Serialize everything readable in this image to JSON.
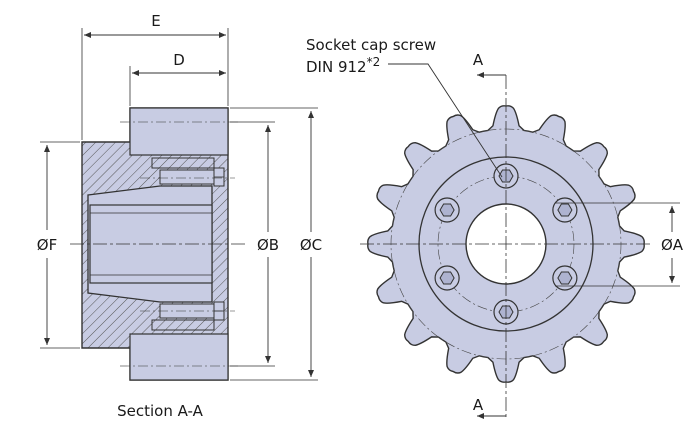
{
  "dimensions": {
    "E": "E",
    "D": "D",
    "F": "ØF",
    "B": "ØB",
    "C": "ØC",
    "A_dia": "ØA"
  },
  "section_marker": "A",
  "callout": {
    "line1": "Socket cap screw",
    "line2_main": "DIN 912",
    "line2_sup": "*2"
  },
  "caption": "Section A-A",
  "colors": {
    "body_fill": "#c8cce3",
    "outline": "#333333",
    "hatch": "#555555"
  },
  "gear": {
    "teeth": 16,
    "bolts": 6
  }
}
